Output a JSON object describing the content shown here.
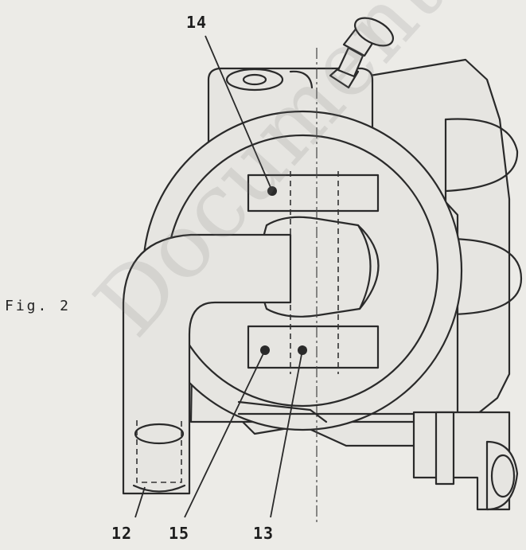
{
  "figure": {
    "caption": "Fig. 2",
    "watermark": "Document num"
  },
  "callouts": [
    {
      "id": "14",
      "text": "14"
    },
    {
      "id": "12",
      "text": "12"
    },
    {
      "id": "15",
      "text": "15"
    },
    {
      "id": "13",
      "text": "13"
    }
  ],
  "colors": {
    "background": "#ecebe7",
    "line": "#2a2a2a"
  }
}
